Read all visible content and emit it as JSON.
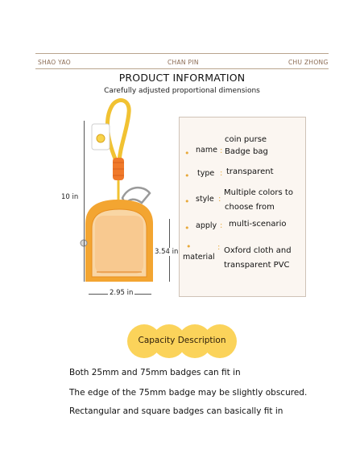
{
  "header": {
    "left": "SHAO YAO",
    "center": "CHAN PIN",
    "right": "CHU ZHONG"
  },
  "title": "PRODUCT INFORMATION",
  "subtitle": "Carefully adjusted proportional dimensions",
  "dimensions": {
    "total_height": "10 in",
    "bag_height": "3.54 in",
    "bag_width": "2.95 in"
  },
  "info": {
    "name_label": "name",
    "name_value_1": "coin purse",
    "name_value_2": "Badge bag",
    "type_label": "type",
    "type_value": "transparent",
    "style_label": "style",
    "style_value_1": "Multiple colors to",
    "style_value_2": "choose from",
    "apply_label": "apply",
    "apply_value": "multi-scenario",
    "material_label": "material",
    "material_value_1": "Oxford cloth and",
    "material_value_2": "transparent PVC"
  },
  "capacity": {
    "title": "Capacity Description",
    "lines": [
      "Both 25mm and 75mm badges can fit in",
      "The edge of the 75mm badge may be slightly obscured.",
      "Rectangular and square badges can basically fit in"
    ]
  },
  "colors": {
    "orange": "#f3a531",
    "cap_yellow": "#fbd35a",
    "rule": "#b9a48e"
  }
}
